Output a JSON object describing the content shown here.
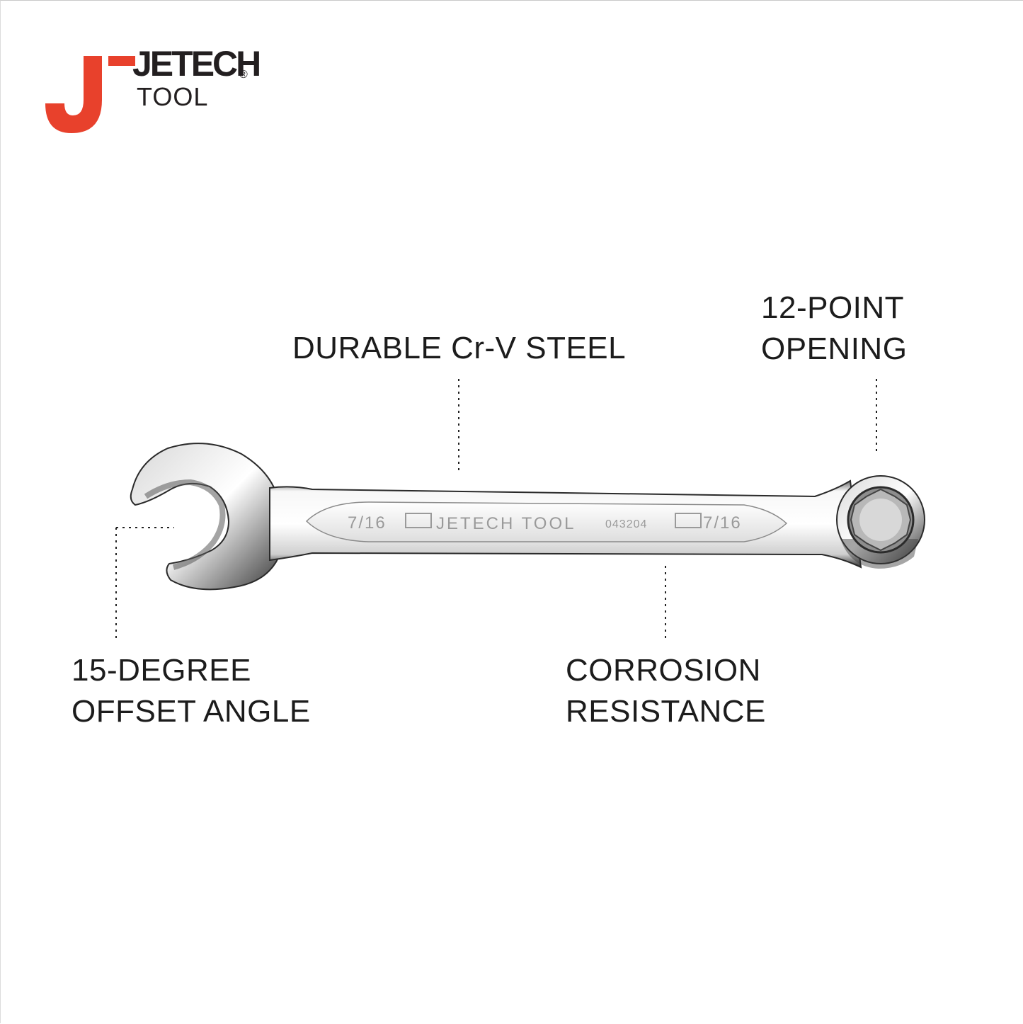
{
  "brand": {
    "name_line1": "JETECH",
    "name_line2": "TOOL",
    "registered_mark": "®",
    "accent_color": "#e8412c"
  },
  "features": {
    "steel": "DURABLE Cr-V STEEL",
    "point_line1": "12-POINT",
    "point_line2": "OPENING",
    "offset_line1": "15-DEGREE",
    "offset_line2": "OFFSET ANGLE",
    "corrosion_line1": "CORROSION",
    "corrosion_line2": "RESISTANCE"
  },
  "wrench_stamp": {
    "size_left": "7/16",
    "brand": "JETECH TOOL",
    "code": "043204",
    "size_right": "7/16"
  }
}
